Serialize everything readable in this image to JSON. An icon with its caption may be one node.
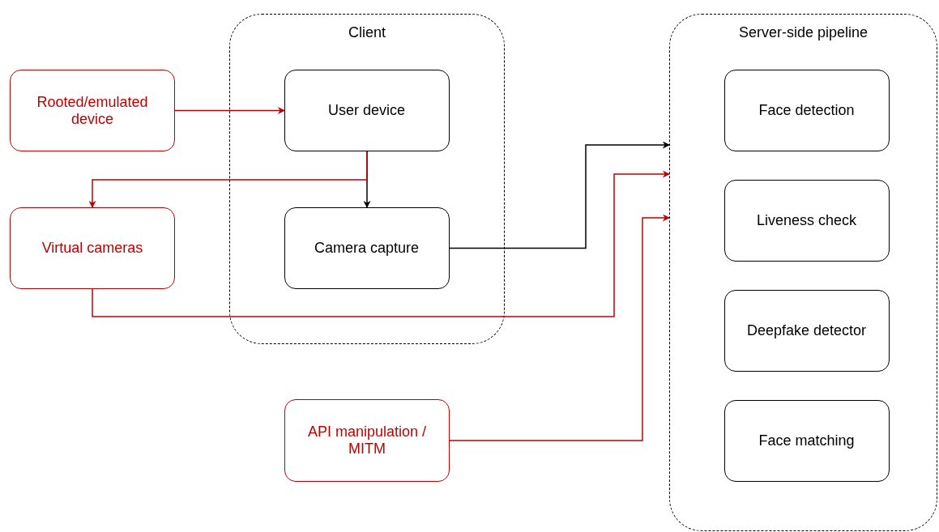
{
  "diagram": {
    "nodes": [
      {
        "text": [
          "Client"
        ]
      },
      {
        "text": [
          "User device"
        ],
        "in": 0
      },
      {
        "text": [
          "Camera capture"
        ],
        "in": 0
      },
      {
        "text": [
          "Server-side pipeline"
        ]
      },
      {
        "text": [
          "Face detection"
        ],
        "in": 3
      },
      {
        "text": [
          "Liveness check"
        ],
        "in": 3
      },
      {
        "text": [
          "Deepfake detector"
        ],
        "in": 3
      },
      {
        "text": [
          "Face matching"
        ],
        "in": 3
      },
      {
        "text": [
          "Rooted/emulated device"
        ]
      },
      {
        "text": [
          "Virtual cameras"
        ]
      },
      {
        "text": [
          "API manipulation / MITM"
        ]
      }
    ],
    "edges": [
      {
        "from": 8,
        "to": 1,
        "arrow": "to"
      },
      {
        "from": 1,
        "to": 2,
        "arrow": "to",
        "color": "#000000"
      },
      {
        "from": 1,
        "to": 9,
        "arrow": "to"
      },
      {
        "from": 2,
        "to": 3,
        "arrow": "to",
        "color": "#000000"
      },
      {
        "from": 9,
        "to": 3,
        "arrow": "to"
      },
      {
        "from": 10,
        "to": 3,
        "arrow": "to"
      }
    ]
  }
}
